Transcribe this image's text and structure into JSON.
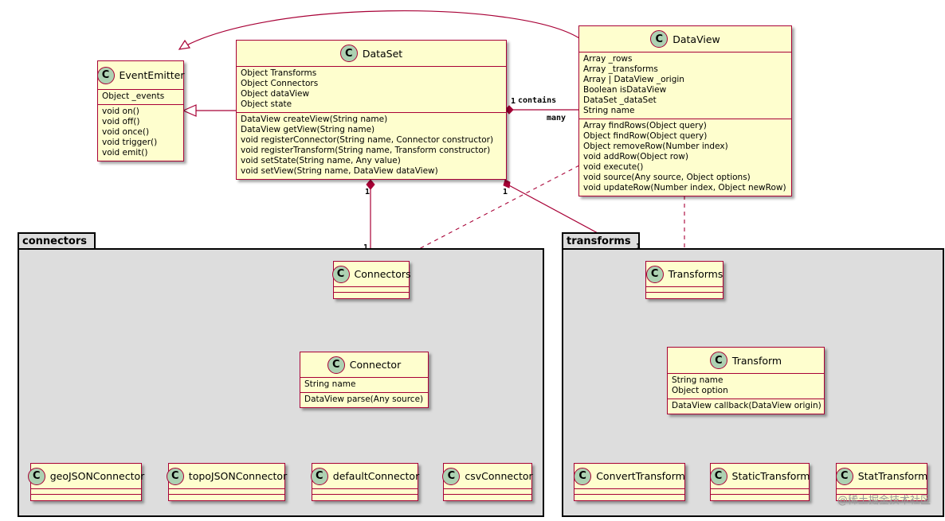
{
  "classes": {
    "event_emitter": {
      "name": "EventEmitter",
      "badge": "C",
      "attributes": [
        "Object _events"
      ],
      "methods": [
        "void on()",
        "void off()",
        "void once()",
        "void trigger()",
        "void emit()"
      ]
    },
    "dataset": {
      "name": "DataSet",
      "badge": "C",
      "attributes": [
        "Object Transforms",
        "Object Connectors",
        "Object dataView",
        "Object state"
      ],
      "methods": [
        "DataView createView(String name)",
        "DataView getView(String name)",
        "void registerConnector(String name, Connector constructor)",
        "void registerTransform(String name, Transform constructor)",
        "void setState(String name, Any value)",
        "void setView(String name, DataView dataView)"
      ]
    },
    "dataview": {
      "name": "DataView",
      "badge": "C",
      "attributes": [
        "Array _rows",
        "Array _transforms",
        "Array | DataView _origin",
        "Boolean isDataView",
        "DataSet _dataSet",
        "String name"
      ],
      "methods": [
        "Array findRows(Object query)",
        "Object findRow(Object query)",
        "Object removeRow(Number index)",
        "void addRow(Object row)",
        "void execute()",
        "void source(Any source, Object options)",
        "void updateRow(Number index, Object newRow)"
      ]
    },
    "connectors": {
      "name": "Connectors",
      "badge": "C"
    },
    "connector": {
      "name": "Connector",
      "badge": "C",
      "attributes": [
        "String name"
      ],
      "methods": [
        "DataView parse(Any source)"
      ]
    },
    "geojson_connector": {
      "name": "geoJSONConnector",
      "badge": "C"
    },
    "topojson_connector": {
      "name": "topoJSONConnector",
      "badge": "C"
    },
    "default_connector": {
      "name": "defaultConnector",
      "badge": "C"
    },
    "csv_connector": {
      "name": "csvConnector",
      "badge": "C"
    },
    "transforms": {
      "name": "Transforms",
      "badge": "C"
    },
    "transform": {
      "name": "Transform",
      "badge": "C",
      "attributes": [
        "String name",
        "Object option"
      ],
      "methods": [
        "DataView callback(DataView origin)"
      ]
    },
    "convert_transform": {
      "name": "ConvertTransform",
      "badge": "C"
    },
    "static_transform": {
      "name": "StaticTransform",
      "badge": "C"
    },
    "stat_transform": {
      "name": "StatTransform",
      "badge": "C"
    }
  },
  "packages": {
    "connectors": "connectors",
    "transforms": "transforms"
  },
  "relation_labels": {
    "contains": "contains",
    "many": "many",
    "one": "1"
  },
  "colors": {
    "class_fill": "#fefece",
    "class_border": "#a80036",
    "badge_fill": "#add1b2",
    "package_fill": "#dddddd"
  },
  "watermark": "@稀土掘金技术社区"
}
